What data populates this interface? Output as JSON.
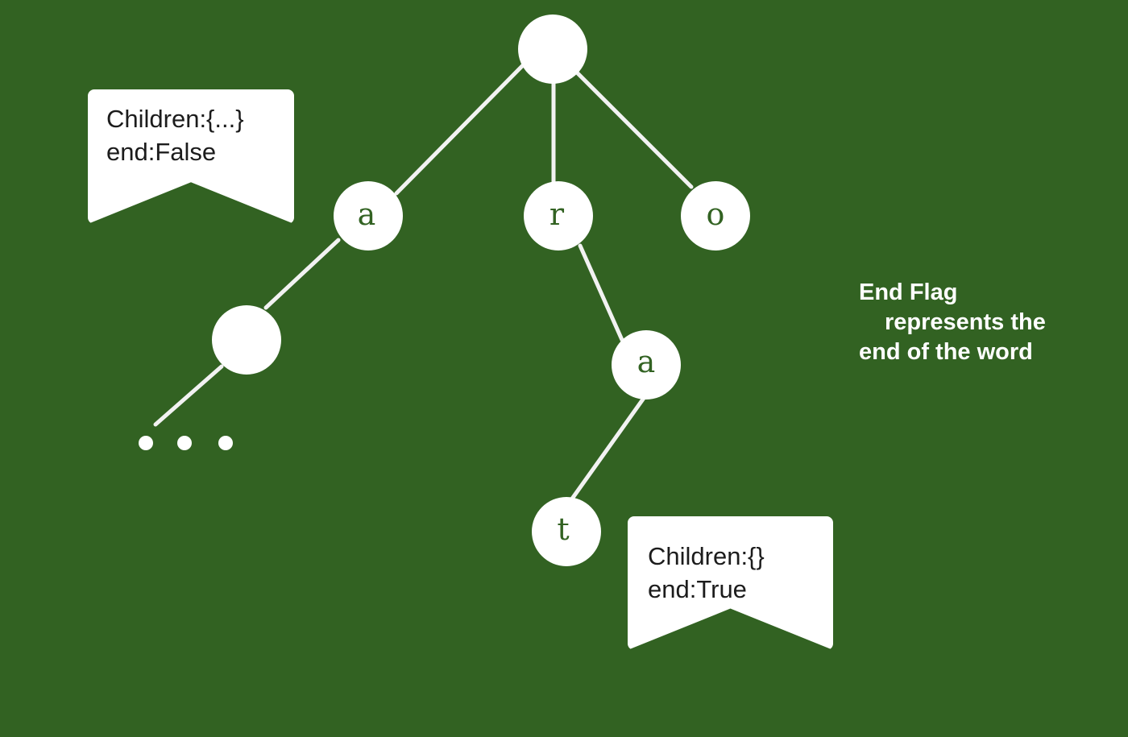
{
  "nodes": {
    "root": "",
    "a": "a",
    "r": "r",
    "o": "o",
    "a_child": "",
    "ra": "a",
    "rat": "t"
  },
  "ellipsis_dots": 3,
  "root_flag": {
    "children": "Children:{...}",
    "end": "end:False"
  },
  "leaf_flag": {
    "children": "Children:{}",
    "end": "end:True"
  },
  "caption": {
    "line1": "End Flag",
    "line2": "represents the",
    "line3": "end of the word"
  },
  "colors": {
    "background": "#326222",
    "node_fill": "#ffffff",
    "letter": "#326222",
    "edge": "#f2f2f2",
    "caption_text": "#ffffff"
  }
}
